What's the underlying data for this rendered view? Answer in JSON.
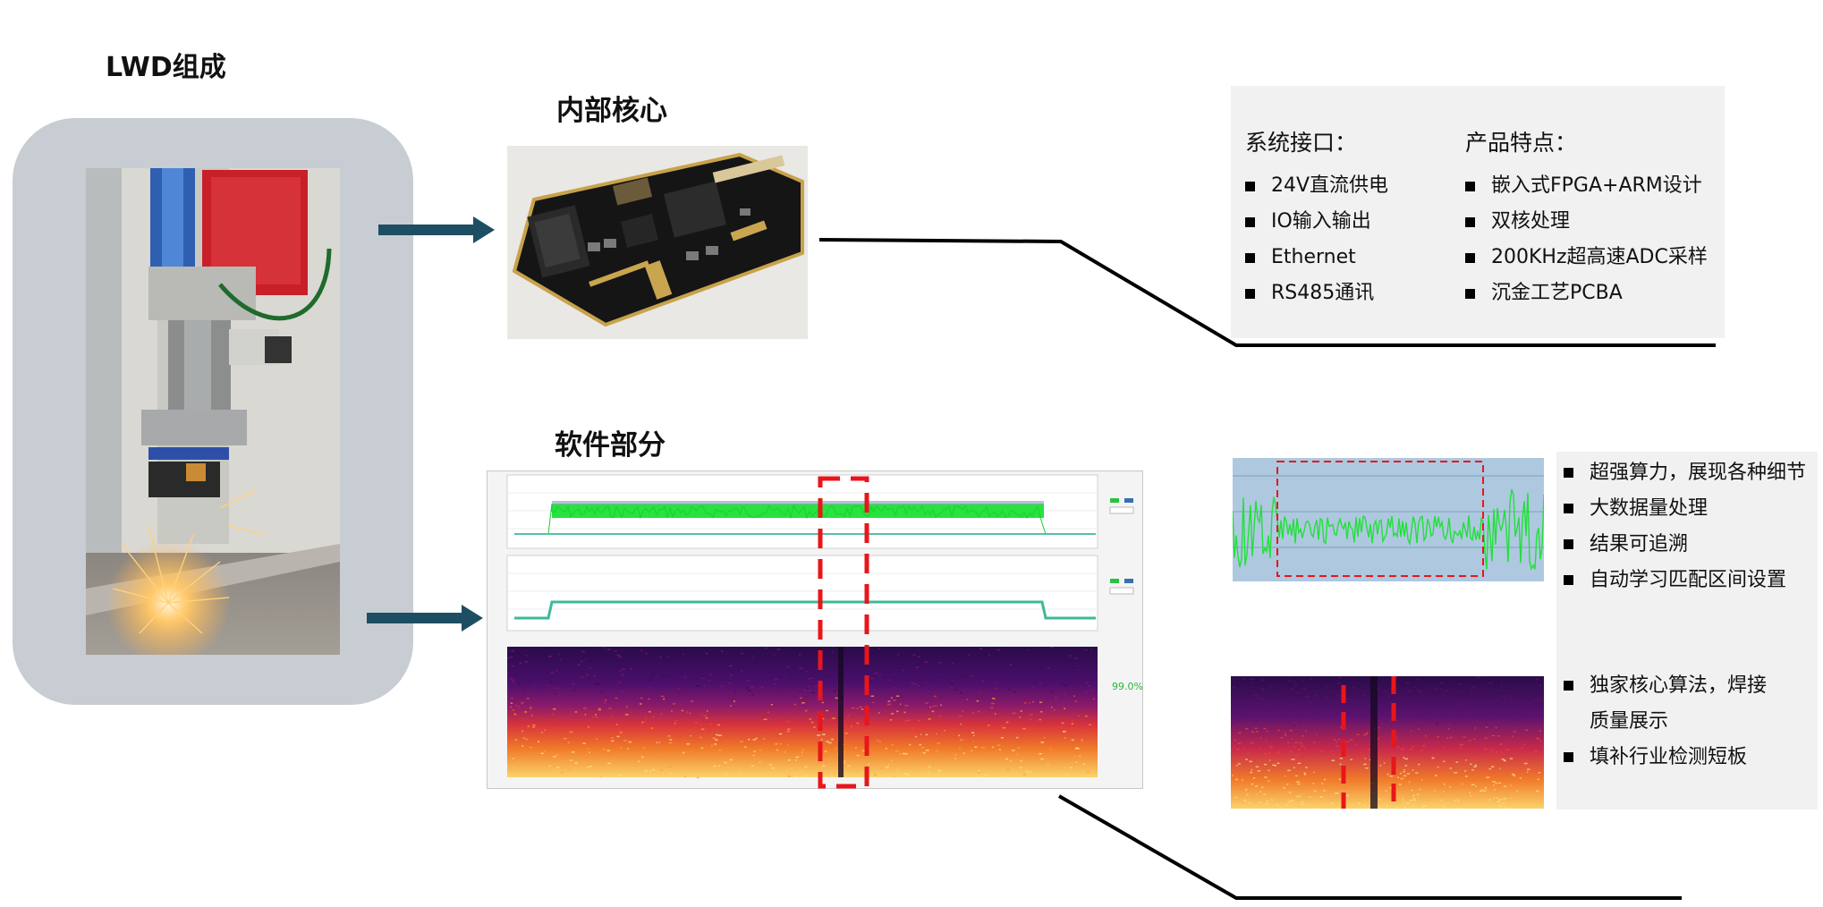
{
  "titles": {
    "main": "LWD组成",
    "core": "内部核心",
    "software": "软件部分"
  },
  "interfaces": {
    "heading": "系统接口：",
    "items": [
      "24V直流供电",
      "IO输入输出",
      "Ethernet",
      "RS485通讯"
    ]
  },
  "features": {
    "heading": "产品特点：",
    "items": [
      "嵌入式FPGA+ARM设计",
      "双核处理",
      "200KHz超高速ADC采样",
      "沉金工艺PCBA"
    ]
  },
  "software_points_1": [
    "超强算力，展现各种细节",
    "大数据量处理",
    "结果可追溯",
    "自动学习匹配区间设置"
  ],
  "software_points_2": [
    "独家核心算法，焊接质量展示",
    "填补行业检测短板"
  ],
  "screenshot": {
    "percent_label": "99.0%"
  },
  "colors": {
    "arrow": "#1e4e63",
    "panel": "#c7cdd2",
    "info_bg": "#f1f1f1",
    "signal_green": "#22e03a",
    "highlight_red": "#e8161b"
  }
}
